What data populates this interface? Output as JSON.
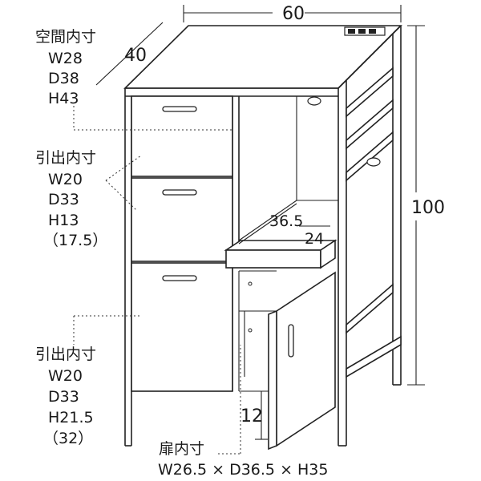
{
  "overall": {
    "width": "60",
    "depth": "40",
    "height": "100"
  },
  "interior": {
    "title": "空間内寸",
    "w": "W28",
    "d": "D38",
    "h": "H43"
  },
  "drawer_upper": {
    "title": "引出内寸",
    "w": "W20",
    "d": "D33",
    "h": "H13",
    "h_alt": "（17.5）"
  },
  "drawer_lower": {
    "title": "引出内寸",
    "w": "W20",
    "d": "D33",
    "h": "H21.5",
    "h_alt": "（32）"
  },
  "slide_shelf": {
    "depth": "36.5",
    "gap": "24"
  },
  "door_gap": "12",
  "door_interior": {
    "title": "扉内寸",
    "dims": "W26.5 × D36.5 × H35"
  }
}
